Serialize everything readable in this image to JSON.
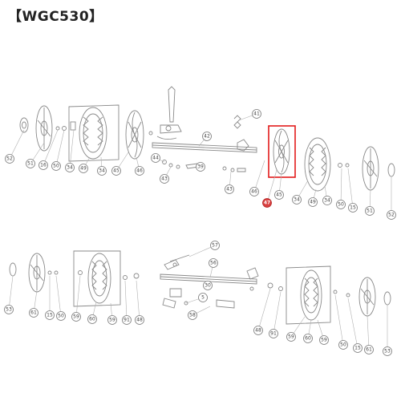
{
  "title": "【WGC530】",
  "highlight_color": "#e21b1b",
  "callouts": [
    "52",
    "51",
    "16",
    "50",
    "34",
    "49",
    "34",
    "45",
    "46",
    "44",
    "43",
    "42",
    "39",
    "41",
    "43",
    "46",
    "47",
    "45",
    "34",
    "49",
    "34",
    "50",
    "15",
    "51",
    "52",
    "53",
    "61",
    "15",
    "50",
    "59",
    "60",
    "59",
    "91",
    "48",
    "57",
    "56",
    "30",
    "5",
    "58",
    "48",
    "91",
    "59",
    "60",
    "59",
    "50",
    "15",
    "61",
    "53"
  ],
  "highlighted_callout": "47"
}
